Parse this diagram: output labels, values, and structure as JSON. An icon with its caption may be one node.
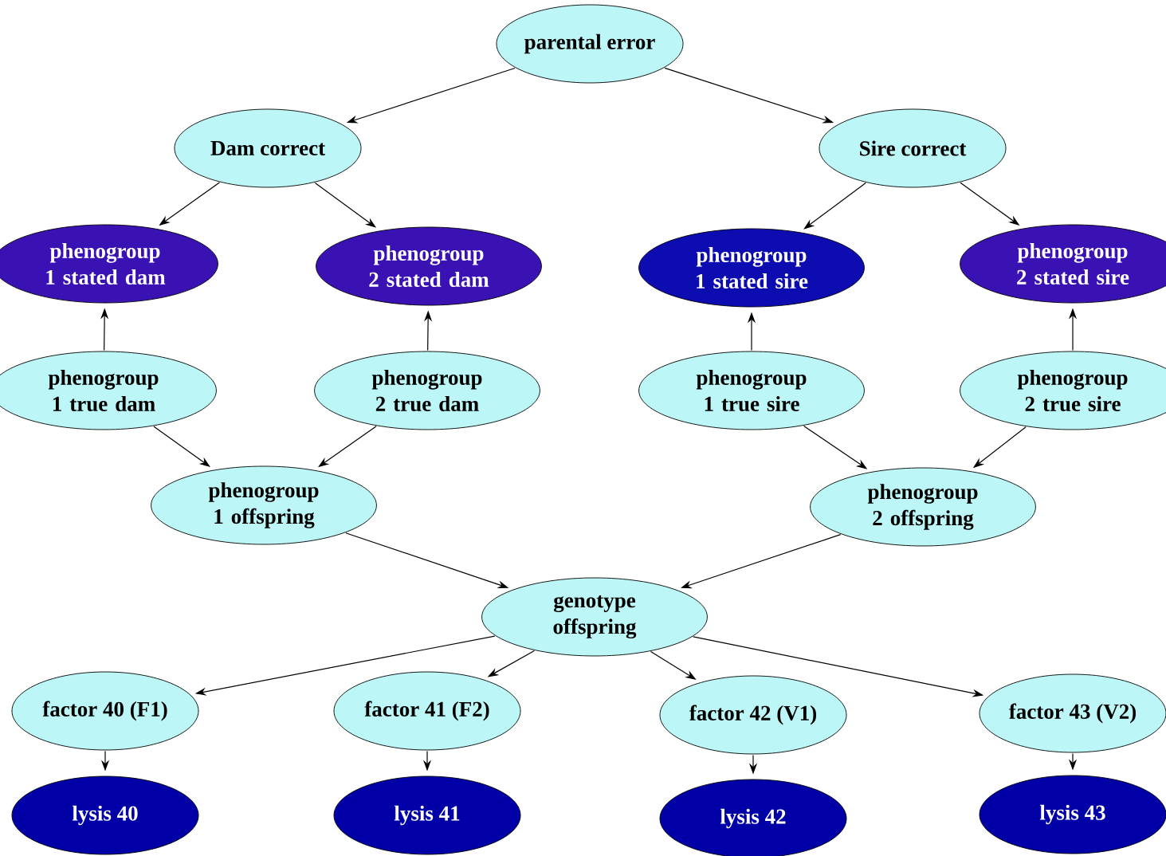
{
  "diagram": {
    "nodes": [
      {
        "text": [
          "parental error"
        ]
      },
      {
        "text": [
          "Dam correct"
        ]
      },
      {
        "text": [
          "Sire correct"
        ]
      },
      {
        "text": [
          "phenogroup 1 stated dam"
        ]
      },
      {
        "text": [
          "phenogroup 2 stated dam"
        ]
      },
      {
        "text": [
          "phenogroup 1 stated sire"
        ]
      },
      {
        "text": [
          "phenogroup 2 stated sire"
        ]
      },
      {
        "text": [
          "phenogroup 1 true dam"
        ]
      },
      {
        "text": [
          "phenogroup 2 true dam"
        ]
      },
      {
        "text": [
          "phenogroup 1 true sire"
        ]
      },
      {
        "text": [
          "phenogroup 2 true sire"
        ]
      },
      {
        "text": [
          "phenogroup 1 offspring"
        ]
      },
      {
        "text": [
          "phenogroup 2 offspring"
        ]
      },
      {
        "text": [
          "genotype offspring"
        ]
      },
      {
        "text": [
          "factor 40 (F1)"
        ]
      },
      {
        "text": [
          "factor 41 (F2)"
        ]
      },
      {
        "text": [
          "factor 42 (V1)"
        ]
      },
      {
        "text": [
          "factor 43 (V2)"
        ]
      },
      {
        "text": [
          "lysis 40"
        ]
      },
      {
        "text": [
          "lysis 41"
        ]
      },
      {
        "text": [
          "lysis 42"
        ]
      },
      {
        "text": [
          "lysis 43"
        ]
      }
    ],
    "edges": [
      {
        "from": 0,
        "to": 1,
        "arrow": "to"
      },
      {
        "from": 0,
        "to": 2,
        "arrow": "to"
      },
      {
        "from": 1,
        "to": 3,
        "arrow": "to"
      },
      {
        "from": 1,
        "to": 4,
        "arrow": "to"
      },
      {
        "from": 2,
        "to": 5,
        "arrow": "to"
      },
      {
        "from": 2,
        "to": 6,
        "arrow": "to"
      },
      {
        "from": 7,
        "to": 3,
        "arrow": "to"
      },
      {
        "from": 8,
        "to": 4,
        "arrow": "to"
      },
      {
        "from": 9,
        "to": 5,
        "arrow": "to"
      },
      {
        "from": 10,
        "to": 6,
        "arrow": "to"
      },
      {
        "from": 7,
        "to": 11,
        "arrow": "to"
      },
      {
        "from": 8,
        "to": 11,
        "arrow": "to"
      },
      {
        "from": 9,
        "to": 12,
        "arrow": "to"
      },
      {
        "from": 10,
        "to": 12,
        "arrow": "to"
      },
      {
        "from": 11,
        "to": 13,
        "arrow": "to"
      },
      {
        "from": 12,
        "to": 13,
        "arrow": "to"
      },
      {
        "from": 13,
        "to": 14,
        "arrow": "to"
      },
      {
        "from": 13,
        "to": 15,
        "arrow": "to"
      },
      {
        "from": 13,
        "to": 16,
        "arrow": "to"
      },
      {
        "from": 13,
        "to": 17,
        "arrow": "to"
      },
      {
        "from": 14,
        "to": 18,
        "arrow": "to"
      },
      {
        "from": 15,
        "to": 19,
        "arrow": "to"
      },
      {
        "from": 16,
        "to": 20,
        "arrow": "to"
      },
      {
        "from": 17,
        "to": 21,
        "arrow": "to"
      }
    ]
  }
}
